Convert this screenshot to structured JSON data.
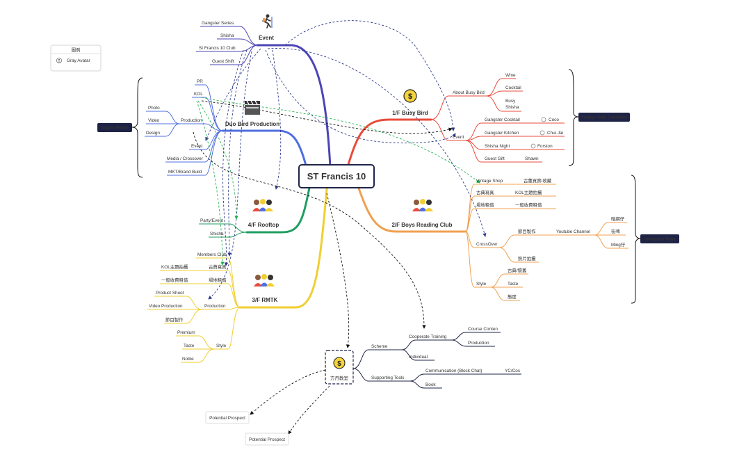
{
  "central": "ST Francis 10",
  "legend": {
    "title": "圖例",
    "item": "Gray Avatar"
  },
  "tags": {
    "super_vender": "Super Vender",
    "young": "Young, Chill, Cool Kids",
    "instagram": "Instagram Page"
  },
  "event": {
    "title": "Event",
    "items": [
      "Gangster Series",
      "Shisha",
      "St Francis 10 Club",
      "Guest Shift"
    ]
  },
  "duo": {
    "title": "Duo Bird Production",
    "pr": "PR",
    "kol": "KOL",
    "production": "Production",
    "production_items": [
      "Photo",
      "Video",
      "Design"
    ],
    "others": [
      "Event",
      "Media / Crossover",
      "MKT/Brand Build"
    ]
  },
  "rooftop": {
    "title": "4/F Rooftop",
    "items": [
      "Party/Event",
      "Shisha"
    ]
  },
  "rmtk": {
    "title": "3/F RMTK",
    "members": "Members Club",
    "pairs": [
      [
        "古典寫真",
        "KOL主題拍攝"
      ],
      [
        "場地租借",
        "一般收費租借"
      ]
    ],
    "production": "Production",
    "production_items": [
      "Product Shoot",
      "Video Production",
      "節目製作"
    ],
    "style": "Style",
    "style_items": [
      "Premium",
      "Taste",
      "Noble"
    ]
  },
  "busy": {
    "title": "1/F Busy Bird",
    "about": "About Busy Bird",
    "about_items": [
      "Wine",
      "Cocktail",
      "Busy Shisha"
    ],
    "event": "Event",
    "events": [
      {
        "name": "Gangster Cocktail",
        "person": "Coco"
      },
      {
        "name": "Gangster Kitchen",
        "person": "Chui Jai"
      },
      {
        "name": "Shisha Night",
        "person": "Forston"
      },
      {
        "name": "Guest Gift",
        "person": "Shawn"
      }
    ]
  },
  "boys": {
    "title": "2/F Boys Reading Club",
    "rows": [
      [
        "Vintage Shop",
        "古董買賣/收藏"
      ],
      [
        "古典寫真",
        "KOL主題拍攝"
      ],
      [
        "場地租借",
        "一般收費租借"
      ]
    ],
    "crossover": "CrossOver",
    "program": "節目製作",
    "youtube": "Youtube Channel",
    "youtube_items": [
      "暗網仔",
      "街啤",
      "Ming仔"
    ],
    "photo": "照片拍攝",
    "style": "Style",
    "style_items": [
      "古典/懷舊",
      "Taste",
      "態度"
    ]
  },
  "school": {
    "title": "方丹教室",
    "scheme": "Scheme",
    "coop": "Cooperate Training",
    "coop_items": [
      "Course Conten",
      "Production"
    ],
    "individual": "Individual",
    "supporting": "Supporting Tools",
    "comm": "Communication (Block Chat)",
    "comm_value": "YC/Cos",
    "book": "Book"
  },
  "prospects": [
    "Potential Prospect",
    "Potential Prospect"
  ],
  "colors": {
    "event": "#4b45b5",
    "duo": "#4f6fe0",
    "rooftop": "#1e9e62",
    "rmtk": "#f0cf32",
    "busy": "#e84b3c",
    "boys": "#f0a050",
    "school": "#1f2447",
    "tag": "#1f2447"
  }
}
